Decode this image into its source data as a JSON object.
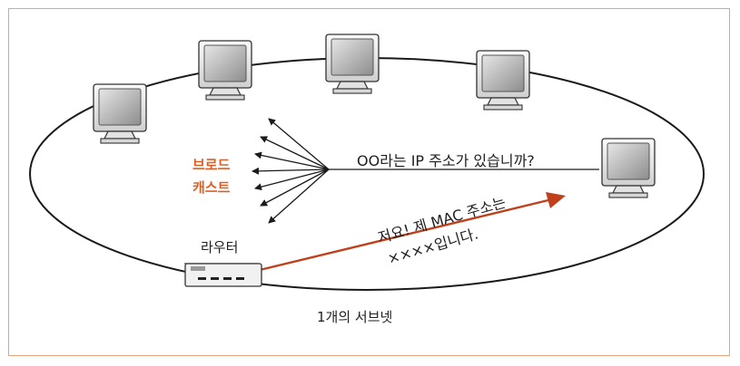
{
  "question": "OO라는 IP 주소가 있습니까?",
  "broadcast": {
    "line1": "브로드",
    "line2": "캐스트"
  },
  "router_label": "라우터",
  "answer": {
    "line1": "저요! 제 MAC 주소는",
    "line2": "××××입니다."
  },
  "subnet_label": "1개의 서브넷",
  "colors": {
    "accent": "#d9622a",
    "frame": "#e8a27c",
    "line": "#1a1a1a"
  },
  "icons": [
    "computer-icon",
    "router-icon"
  ]
}
